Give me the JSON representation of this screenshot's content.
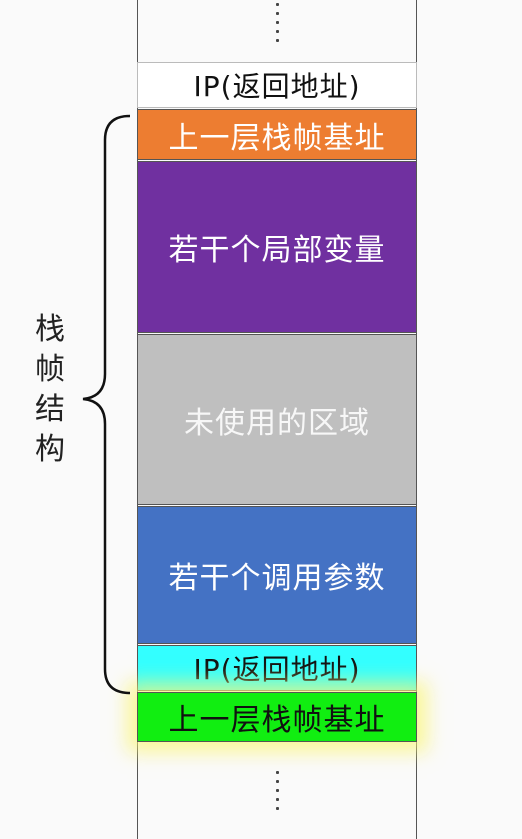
{
  "blocks": {
    "ip_top": "IP(返回地址)",
    "base_top": "上一层栈帧基址",
    "locals": "若干个局部变量",
    "unused": "未使用的区域",
    "params": "若干个调用参数",
    "ip_bottom": "IP(返回地址)",
    "base_bottom": "上一层栈帧基址"
  },
  "brace_label": [
    "栈",
    "帧",
    "结",
    "构"
  ],
  "colors": {
    "base_top": "#ed7d31",
    "locals": "#7030a0",
    "unused": "#bfbfbf",
    "params": "#4472c4",
    "ip_bottom": "#33ffff",
    "base_bottom": "#11ee11",
    "highlight": "#faf578"
  }
}
